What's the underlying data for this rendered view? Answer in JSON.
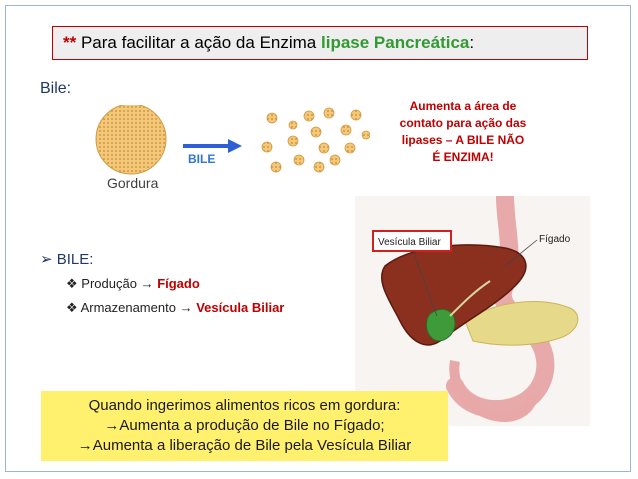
{
  "title": {
    "stars": "**",
    "prefix": "Para facilitar a ação da Enzima",
    "highlight": "lipase Pancreática",
    "suffix": ":"
  },
  "bile_label": "Bile:",
  "diagram": {
    "left_caption": "Gordura",
    "arrow_label": "BILE"
  },
  "note": {
    "line1": "Aumenta a área de",
    "line2": "contato para ação das",
    "line3": "lipases –  A BILE NÃO",
    "line4": "É ENZIMA!"
  },
  "bullets": {
    "heading": "BILE:",
    "item1_label": "Produção",
    "item1_value": "Fígado",
    "item2_label": "Armazenamento",
    "item2_value": "Vesícula Biliar"
  },
  "figure": {
    "gallbladder_label": "Vesícula Biliar",
    "liver_label": "Fígado"
  },
  "bottom": {
    "line1": "Quando ingerimos alimentos ricos em gordura:",
    "line2": "Aumenta a produção de Bile no Fígado;",
    "line3": "Aumenta a liberação de Bile pela Vesícula Biliar"
  },
  "colors": {
    "accent_red": "#c00000",
    "accent_green": "#339933",
    "arrow_blue": "#2e75d6",
    "highlight_yellow": "#fff06e"
  }
}
